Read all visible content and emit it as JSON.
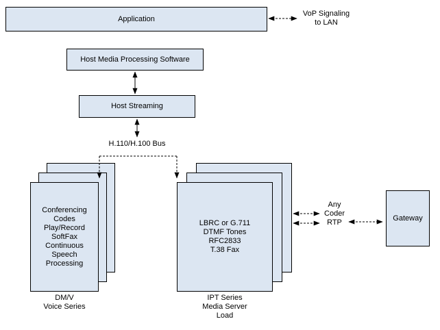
{
  "diagram": {
    "application": {
      "label": "Application"
    },
    "vop": {
      "label": "VoP Signaling\nto LAN"
    },
    "hmp": {
      "label": "Host Media Processing Software"
    },
    "host_streaming": {
      "label": "Host Streaming"
    },
    "bus": {
      "label": "H.110/H.100 Bus"
    },
    "dmv": {
      "content": "Conferencing\nCodes\nPlay/Record\nSoftFax\nContinuous\nSpeech\nProcessing",
      "caption": "DM/V\nVoice Series"
    },
    "ipt": {
      "content": "LBRC or G.711\nDTMF Tones\nRFC2833\nT.38 Fax",
      "caption": "IPT Series\nMedia Server\nLoad"
    },
    "coder": {
      "label": "Any\nCoder\nRTP"
    },
    "gateway": {
      "label": "Gateway"
    },
    "colors": {
      "box_fill": "#dce6f2",
      "box_border": "#000000",
      "line_color": "#000000"
    }
  }
}
